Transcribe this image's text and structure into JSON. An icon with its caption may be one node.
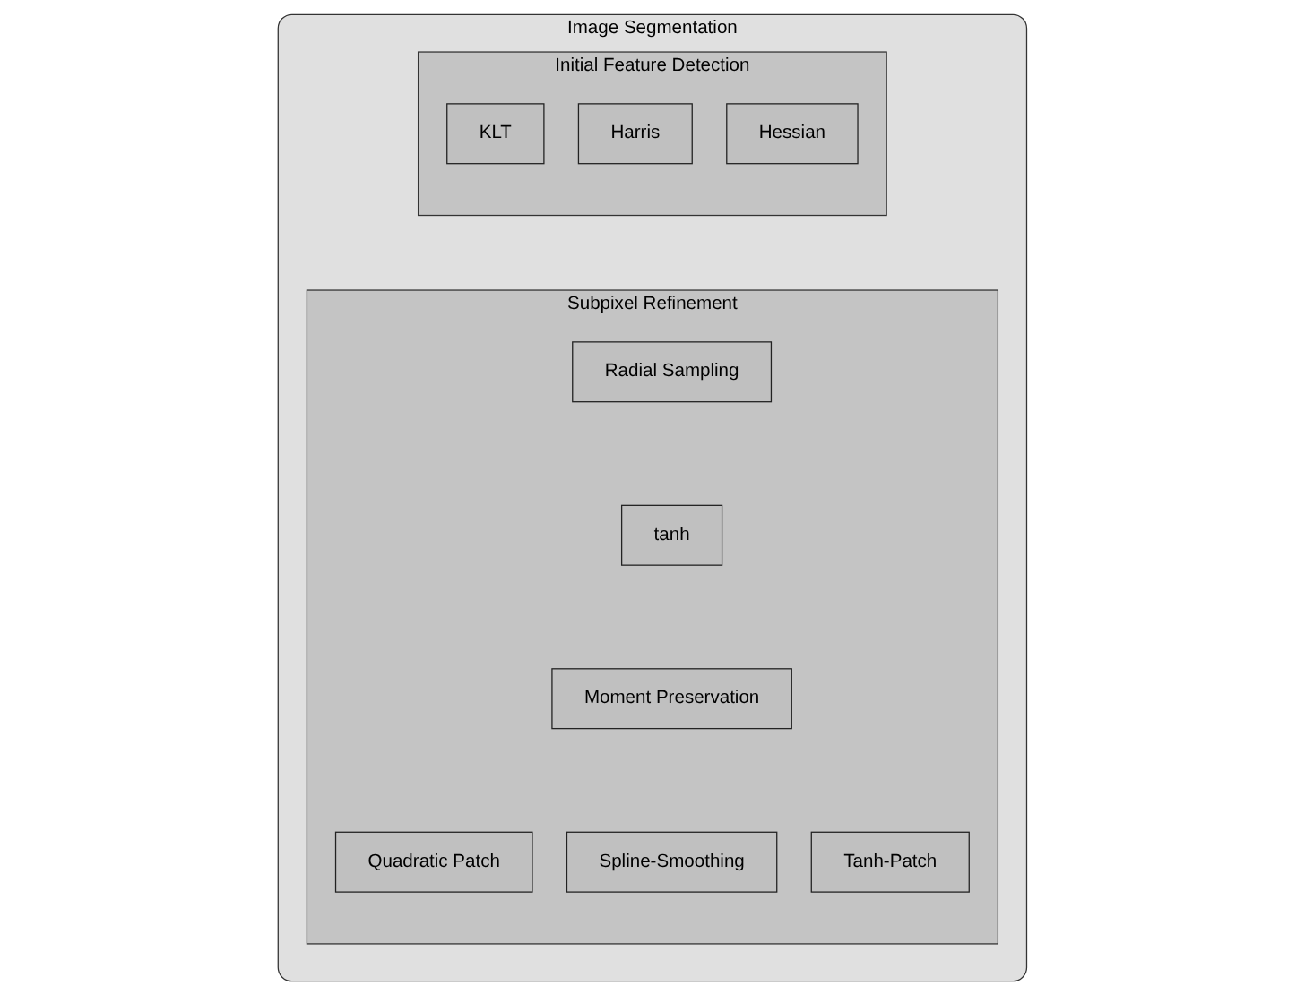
{
  "diagram": {
    "nodes": [
      {
        "text": [
          "Image Segmentation"
        ]
      },
      {
        "text": [
          "Initial Feature Detection"
        ],
        "in": 0
      },
      {
        "text": [
          "KLT"
        ],
        "in": 1
      },
      {
        "text": [
          "Harris"
        ],
        "in": 1
      },
      {
        "text": [
          "Hessian"
        ],
        "in": 1
      },
      {
        "text": [
          "Subpixel Refinement"
        ],
        "in": 0
      },
      {
        "text": [
          "Quadratic Patch"
        ],
        "in": 5
      },
      {
        "text": [
          "Tanh-Patch"
        ],
        "in": 5
      },
      {
        "text": [
          "Radial Sampling"
        ],
        "in": 5
      },
      {
        "text": [
          "tanh"
        ],
        "in": 5
      },
      {
        "text": [
          "Moment Preservation"
        ],
        "in": 5
      },
      {
        "text": [
          "Spline-Smoothing"
        ],
        "in": 5
      }
    ]
  }
}
